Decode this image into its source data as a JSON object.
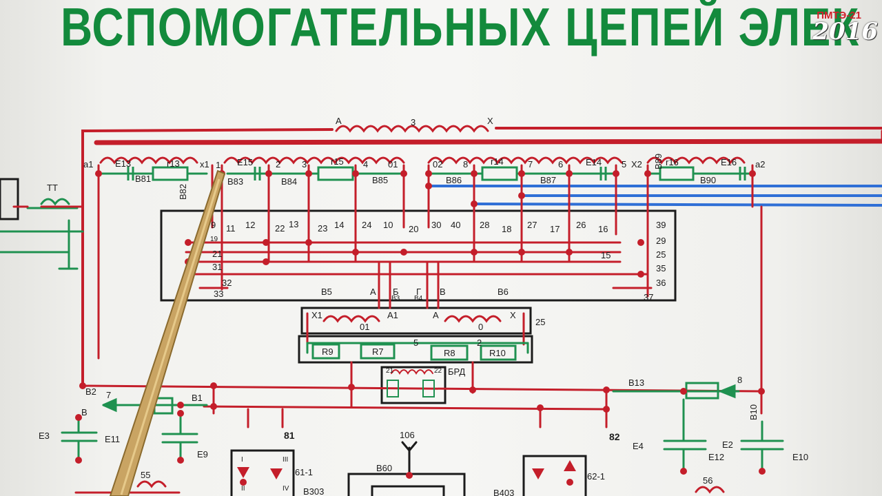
{
  "title": "ВСПОМОГАТЕЛЬНЫХ ЦЕПЕЙ ЭЛЕК",
  "watermark": {
    "line1": "ПМТЭ-21",
    "line2": "2016"
  },
  "colors": {
    "circuit": "#c41e2a",
    "component": "#1f9150",
    "signal": "#2f6fd6",
    "title": "#138a3c",
    "watermark": "#d0202a"
  },
  "transformer_3": {
    "left": "A",
    "number": "3",
    "right": "X"
  },
  "top_row": [
    "a1",
    "E13",
    "r13",
    "x1",
    "1",
    "E15",
    "2",
    "3",
    "r15",
    "4",
    "01",
    "02",
    "8",
    "r14",
    "7",
    "6",
    "E14",
    "5",
    "X2",
    "r16",
    "E16",
    "a2"
  ],
  "second_row": [
    "B81",
    "B82",
    "B83",
    "B84",
    "B85",
    "B86",
    "B87",
    "B89",
    "B90"
  ],
  "left_tt": "TT",
  "matrix_top": [
    "11",
    "12",
    "22",
    "13",
    "23",
    "14",
    "24",
    "10",
    "20",
    "30",
    "40",
    "28",
    "18",
    "27",
    "17",
    "26",
    "16"
  ],
  "matrix_left": [
    "9",
    "19",
    "21",
    "31",
    "32",
    "33"
  ],
  "matrix_right": [
    "39",
    "29",
    "25",
    "35",
    "36",
    "37",
    "15"
  ],
  "matrix_bottom": [
    "А",
    "Б",
    "В3",
    "Г",
    "В4",
    "В"
  ],
  "dc_block": {
    "b5": "B5",
    "b6": "B6",
    "labels": [
      "X1",
      "01",
      "A1",
      "A",
      "0",
      "X"
    ],
    "side": "25"
  },
  "resistors": {
    "names": [
      "R9",
      "R7",
      "R8",
      "R10"
    ],
    "nodes": [
      "5",
      "2"
    ]
  },
  "brd": {
    "label": "БРД",
    "pins": [
      "21",
      "22"
    ]
  },
  "lower": [
    "B2",
    "7",
    "B1",
    "B13",
    "8",
    "B10",
    "B",
    "E3",
    "E11",
    "E9",
    "E4",
    "E12",
    "E2",
    "E10",
    "81",
    "82",
    "106",
    "B60",
    "61-1",
    "62-1",
    "B303",
    "B403",
    "55",
    "56"
  ],
  "diodes": [
    "I",
    "II",
    "III",
    "IV"
  ]
}
